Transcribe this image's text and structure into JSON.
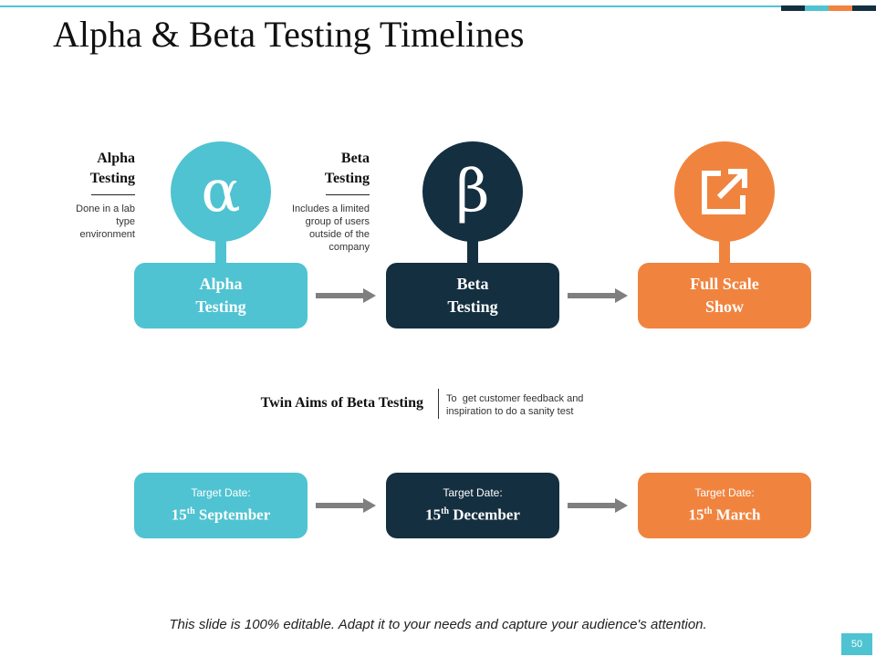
{
  "title": "Alpha & Beta Testing Timelines",
  "colors": {
    "teal": "#4fc3d1",
    "navy": "#142f40",
    "orange": "#f0843f",
    "arrow": "#7f7f7f"
  },
  "side_labels": [
    {
      "heading_line1": "Alpha",
      "heading_line2": "Testing",
      "desc_lines": [
        "Done in a lab",
        "type",
        "environment"
      ]
    },
    {
      "heading_line1": "Beta",
      "heading_line2": "Testing",
      "desc_lines": [
        "Includes a limited",
        "group of users",
        "outside of the",
        "company"
      ]
    }
  ],
  "icons": [
    {
      "name": "alpha-icon",
      "glyph": "α"
    },
    {
      "name": "beta-icon",
      "glyph": "β"
    },
    {
      "name": "external-link-icon"
    }
  ],
  "stages": [
    {
      "line1": "Alpha",
      "line2": "Testing"
    },
    {
      "line1": "Beta",
      "line2": "Testing"
    },
    {
      "line1": "Full Scale",
      "line2": "Show"
    }
  ],
  "twin_aims": {
    "label": "Twin Aims of Beta Testing",
    "text_line1": "To  get customer feedback and",
    "text_line2": "inspiration to do a sanity test"
  },
  "targets": [
    {
      "label": "Target Date:",
      "day": "15",
      "suffix": "th",
      "month": "September"
    },
    {
      "label": "Target Date:",
      "day": "15",
      "suffix": "th",
      "month": "December"
    },
    {
      "label": "Target Date:",
      "day": "15",
      "suffix": "th",
      "month": "March"
    }
  ],
  "footer": "This slide is 100% editable. Adapt it to your needs and capture your audience's attention.",
  "page_number": "50"
}
